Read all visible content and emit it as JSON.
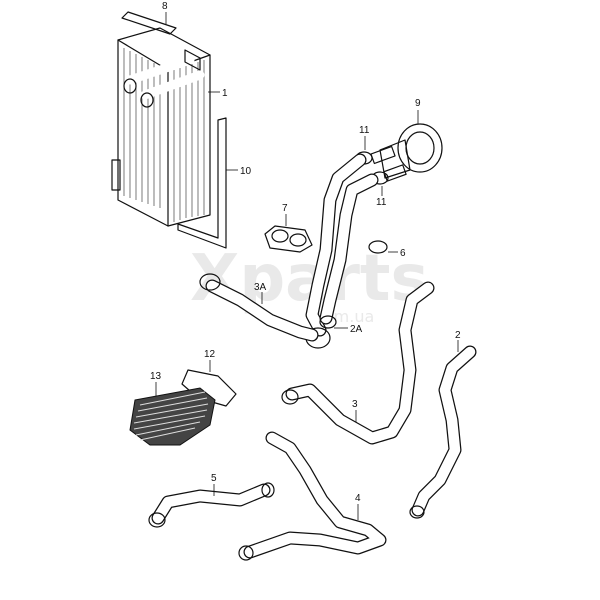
{
  "diagram": {
    "watermark": {
      "brand": "Xparts",
      "domain": ".com.ua"
    },
    "callouts": {
      "c8": "8",
      "c1": "1",
      "c10": "10",
      "c9": "9",
      "c11a": "11",
      "c11b": "11",
      "c7": "7",
      "c6": "6",
      "c3A": "3A",
      "c2A": "2A",
      "c2": "2",
      "c12": "12",
      "c13": "13",
      "c3": "3",
      "c5": "5",
      "c4": "4"
    }
  }
}
